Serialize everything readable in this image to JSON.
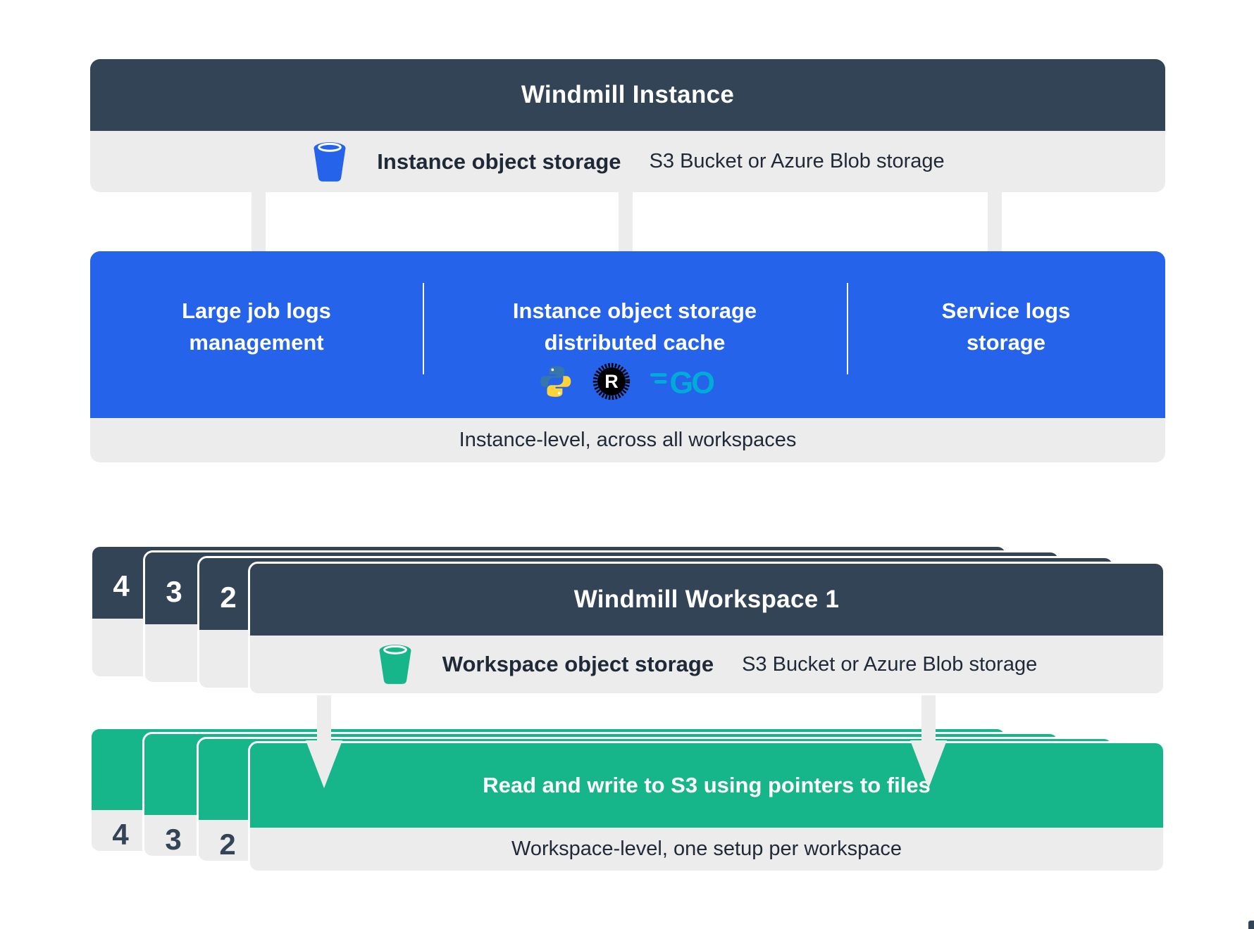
{
  "colors": {
    "dark_slate": "#344457",
    "blue": "#2563EB",
    "green": "#17B68A",
    "panel_gray": "#EDECEC",
    "text_dark": "#1F2937",
    "python_blue": "#3776AB",
    "python_yellow": "#FFD43B",
    "rust_black": "#000000",
    "go_teal": "#00ACD7"
  },
  "instance": {
    "title": "Windmill Instance",
    "storage": {
      "icon": "bucket-icon",
      "label": "Instance object storage",
      "sublabel": "S3 Bucket or Azure Blob storage"
    },
    "features": [
      {
        "line1": "Large job logs",
        "line2": "management"
      },
      {
        "line1": "Instance object storage",
        "line2": "distributed cache",
        "languages": [
          "python-icon",
          "rust-icon",
          "go-icon"
        ]
      },
      {
        "line1": "Service logs",
        "line2": "storage"
      }
    ],
    "caption": "Instance-level, across all workspaces"
  },
  "workspace": {
    "stack_numbers": [
      "4",
      "3",
      "2"
    ],
    "title": "Windmill Workspace 1",
    "storage": {
      "icon": "bucket-icon",
      "label": "Workspace object storage",
      "sublabel": "S3 Bucket or Azure Blob storage"
    },
    "action": "Read and write to S3 using pointers to files",
    "caption": "Workspace-level, one setup per workspace"
  },
  "icon_glyphs": {
    "rust_letter": "R",
    "go_text": "GO"
  }
}
